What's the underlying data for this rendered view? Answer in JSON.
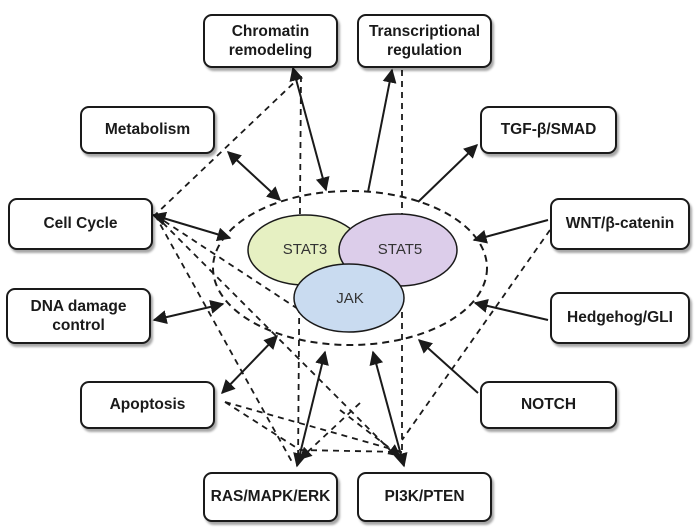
{
  "center": {
    "proteins": [
      "STAT3",
      "STAT5",
      "JAK"
    ],
    "colors": {
      "stat3": "#e6f0c2",
      "stat5": "#dccdea",
      "jak": "#c9dbf0"
    }
  },
  "nodes": {
    "chromatin": "Chromatin\nremodeling",
    "transcriptional": "Transcriptional\nregulation",
    "metabolism": "Metabolism",
    "tgfb": "TGF-β/SMAD",
    "cellcycle": "Cell Cycle",
    "wnt": "WNT/β-catenin",
    "dna": "DNA damage\ncontrol",
    "hedgehog": "Hedgehog/GLI",
    "apoptosis": "Apoptosis",
    "notch": "NOTCH",
    "ras": "RAS/MAPK/ERK",
    "pi3k": "PI3K/PTEN"
  }
}
